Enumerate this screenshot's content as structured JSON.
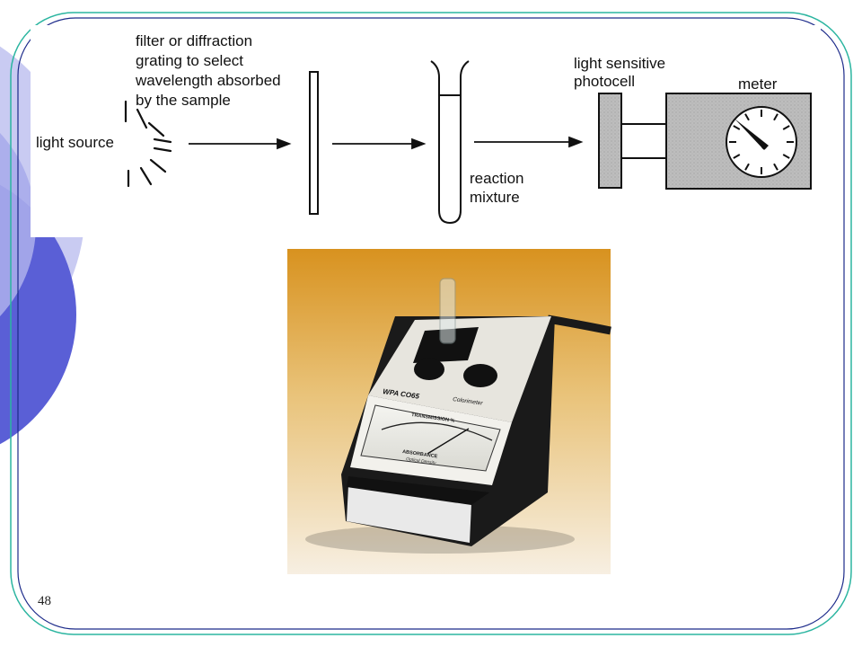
{
  "slide": {
    "number": "48",
    "colors": {
      "frame_teal": "#2bb5a0",
      "frame_navy": "#1c2a8a",
      "accent_blue": "#5a5fd6",
      "accent_light": "#c9cbf2",
      "meter_grey": "#bdbdbd"
    }
  },
  "diagram": {
    "labels": {
      "filter_line1": "filter or diffraction",
      "filter_line2": "grating to select",
      "filter_line3": "wavelength absorbed",
      "filter_line4": "by the sample",
      "light_source": "light source",
      "photocell_line1": "light sensitive",
      "photocell_line2": "photocell",
      "meter": "meter",
      "reaction_line1": "reaction",
      "reaction_line2": "mixture"
    }
  },
  "photo": {
    "subject": "colorimeter",
    "icon": "colorimeter-photo-icon",
    "printed_text": {
      "brand": "WPA CO65",
      "product": "Colorimeter",
      "scale_top": "TRANSMISSION %",
      "scale_bottom": "ABSORBANCE",
      "scale_bottom_sub": "Optical Density"
    }
  }
}
